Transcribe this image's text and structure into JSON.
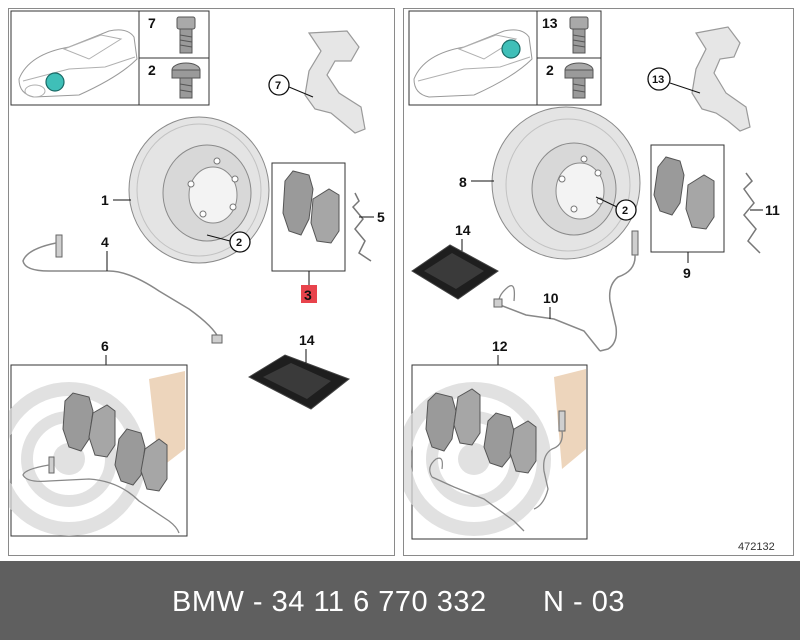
{
  "panels": {
    "left": {
      "screw_top_label": "7",
      "screw_bottom_label": "2",
      "labels": {
        "carrier": "7",
        "disc": "1",
        "disc_screw": "2",
        "sensor": "4",
        "pads": "3",
        "clip": "5",
        "kit": "6",
        "grease": "14"
      }
    },
    "right": {
      "screw_top_label": "13",
      "screw_bottom_label": "2",
      "labels": {
        "carrier": "13",
        "disc": "8",
        "disc_screw": "2",
        "grease": "14",
        "sensor": "10",
        "pads": "9",
        "clip": "11",
        "kit": "12"
      }
    }
  },
  "image_number": "472132",
  "footer": {
    "part_number": "BMW - 34 11 6 770 332",
    "revision": "N - 03"
  },
  "colors": {
    "highlight": "#e8434c",
    "marker": "#3fbfb8",
    "footer_bg": "#5f5f5f",
    "border": "#8a8a8a",
    "watermark": "#e8c7a6"
  }
}
